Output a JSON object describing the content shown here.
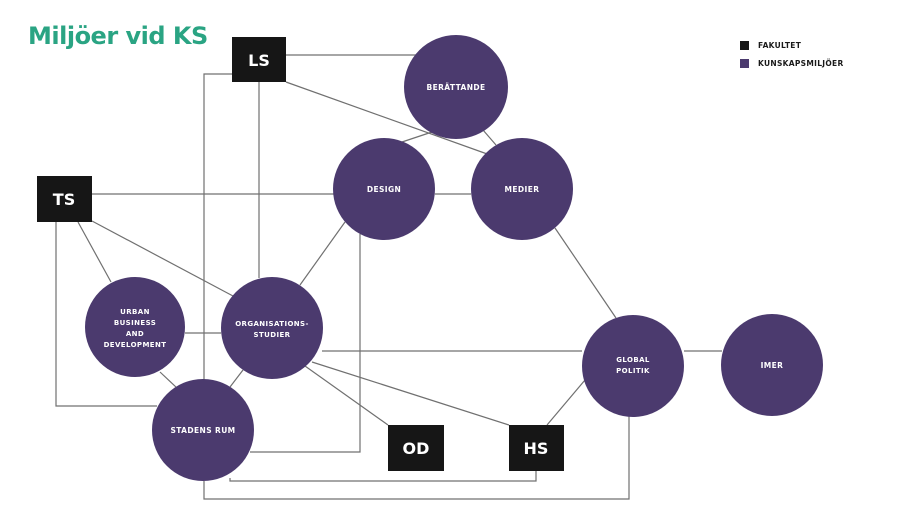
{
  "title": "Miljöer vid KS",
  "colors": {
    "title": "#2aa483",
    "fakultet": "#161616",
    "kunskapsmiljo": "#4b3a6e",
    "edge": "#707070"
  },
  "legend": [
    {
      "label": "FAKULTET",
      "kind": "fakultet"
    },
    {
      "label": "KUNSKAPSMILJÖER",
      "kind": "kunskapsmiljo"
    }
  ],
  "faculties": {
    "ls": {
      "label": "LS"
    },
    "ts": {
      "label": "TS"
    },
    "od": {
      "label": "OD"
    },
    "hs": {
      "label": "HS"
    }
  },
  "environments": {
    "berattande": {
      "lines": [
        "BERÄTTANDE"
      ]
    },
    "design": {
      "lines": [
        "DESIGN"
      ]
    },
    "medier": {
      "lines": [
        "MEDIER"
      ]
    },
    "urban": {
      "lines": [
        "URBAN",
        "BUSINESS",
        "AND",
        "DEVELOPMENT"
      ]
    },
    "organisation": {
      "lines": [
        "ORGANISATIONS-",
        "STUDIER"
      ]
    },
    "stadens": {
      "lines": [
        "STADENS RUM"
      ]
    },
    "global": {
      "lines": [
        "GLOBAL",
        "POLITIK"
      ]
    },
    "imer": {
      "lines": [
        "IMER"
      ]
    }
  },
  "connections": [
    [
      "LS",
      "BERÄTTANDE"
    ],
    [
      "LS",
      "MEDIER"
    ],
    [
      "LS",
      "ORGANISATIONS-STUDIER"
    ],
    [
      "LS",
      "STADENS RUM"
    ],
    [
      "TS",
      "DESIGN"
    ],
    [
      "TS",
      "URBAN BUSINESS AND DEVELOPMENT"
    ],
    [
      "TS",
      "ORGANISATIONS-STUDIER"
    ],
    [
      "TS",
      "STADENS RUM"
    ],
    [
      "BERÄTTANDE",
      "DESIGN"
    ],
    [
      "BERÄTTANDE",
      "MEDIER"
    ],
    [
      "DESIGN",
      "MEDIER"
    ],
    [
      "DESIGN",
      "ORGANISATIONS-STUDIER"
    ],
    [
      "DESIGN",
      "STADENS RUM"
    ],
    [
      "MEDIER",
      "GLOBAL POLITIK"
    ],
    [
      "URBAN BUSINESS AND DEVELOPMENT",
      "ORGANISATIONS-STUDIER"
    ],
    [
      "URBAN BUSINESS AND DEVELOPMENT",
      "STADENS RUM"
    ],
    [
      "ORGANISATIONS-STUDIER",
      "STADENS RUM"
    ],
    [
      "ORGANISATIONS-STUDIER",
      "OD"
    ],
    [
      "ORGANISATIONS-STUDIER",
      "HS"
    ],
    [
      "ORGANISATIONS-STUDIER",
      "GLOBAL POLITIK"
    ],
    [
      "HS",
      "GLOBAL POLITIK"
    ],
    [
      "HS",
      "STADENS RUM"
    ],
    [
      "GLOBAL POLITIK",
      "STADENS RUM"
    ],
    [
      "GLOBAL POLITIK",
      "IMER"
    ]
  ]
}
